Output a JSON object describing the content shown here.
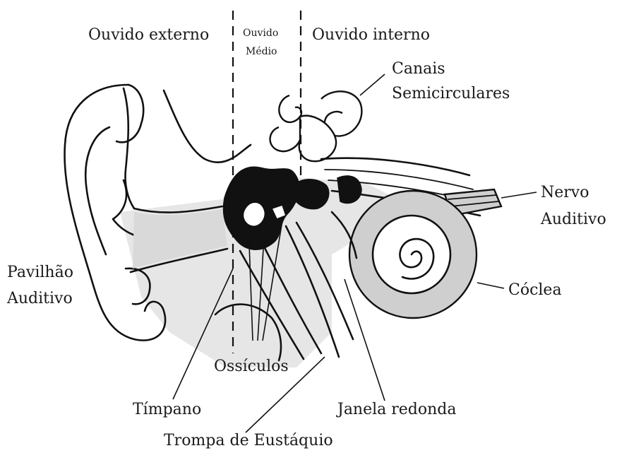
{
  "labels": {
    "ouvido_externo": "Ouvido externo",
    "ouvido_medio_1": "Ouvido",
    "ouvido_medio_2": "Médio",
    "ouvido_interno": "Ouvido interno",
    "canais_1": "Canais",
    "canais_2": "Semicirculares",
    "nervo_1": "Nervo",
    "nervo_2": "Auditivo",
    "pavilhao_1": "Pavilhão",
    "pavilhao_2": "Auditivo",
    "coclea": "Cóclea",
    "ossiculos": "Ossículos",
    "timpano": "Tímpano",
    "janela": "Janela redonda",
    "trompa": "Trompa de Eustáquio"
  }
}
